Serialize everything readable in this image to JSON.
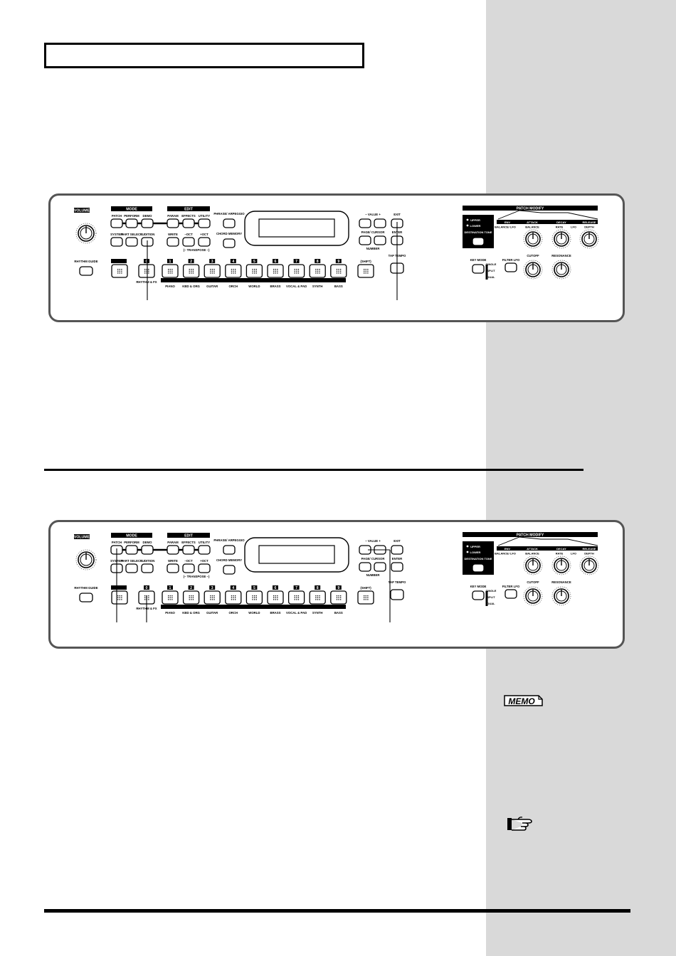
{
  "memo": {
    "label": "MEMO"
  },
  "panel": {
    "volume": "VOLUME",
    "mode": "MODE",
    "edit": "EDIT",
    "patch": "PATCH",
    "perform": "PERFORM",
    "demo": "DEMO",
    "system": "SYSTEM",
    "part_select": "PART SELECT",
    "audition": "AUDITION",
    "param": "PARAM",
    "effects": "EFFECTS",
    "utility": "UTILITY",
    "write": "WRITE",
    "oct_down": "−OCT",
    "oct_up": "+OCT",
    "transpose": "(– TRANSPOSE –)",
    "phrase_arpeggio": "PHRASE/ ARPEGGIO",
    "chord_memory": "CHORD MEMORY",
    "value": "− VALUE +",
    "exit": "EXIT",
    "enter": "ENTER",
    "page_cursor": "PAGE/ CURSOR",
    "number": "NUMBER",
    "shift": "(SHIFT)",
    "tap_tempo": "TAP TEMPO",
    "rhythm_guide": "RHYTHM GUIDE",
    "rhythm_fx": "RHYTHM & FX",
    "zero": "0",
    "categories": [
      "PIANO",
      "KBD & ORG",
      "GUITAR",
      "ORCH",
      "WORLD",
      "BRASS",
      "VOCAL & PAD",
      "SYNTH",
      "BASS"
    ],
    "numbers": [
      "1",
      "2",
      "3",
      "4",
      "5",
      "6",
      "7",
      "8",
      "9"
    ],
    "patch_modify": "PATCH MODIFY",
    "upper": "UPPER",
    "lower": "LOWER",
    "destination_tone": "DESTINATION TONE",
    "env": "ENV",
    "balance_lfo": "BALANCE/ LFO",
    "attack": "ATTACK",
    "decay": "DECAY",
    "release": "RELEASE",
    "balance": "BALANCE",
    "rate": "RATE",
    "lfo": "LFO",
    "depth": "DEPTH",
    "key_mode": "KEY MODE",
    "filter_lfo": "FILTER LFO",
    "single": "SINGLE",
    "split": "SPLIT",
    "dual": "DUAL",
    "cutoff": "CUTOFF",
    "resonance": "RESONANCE"
  },
  "panels": [
    {
      "callouts": [
        "audition-button",
        "exit-button"
      ]
    },
    {
      "callouts": [
        "patch-button",
        "number-0-button",
        "value-buttons"
      ]
    }
  ]
}
